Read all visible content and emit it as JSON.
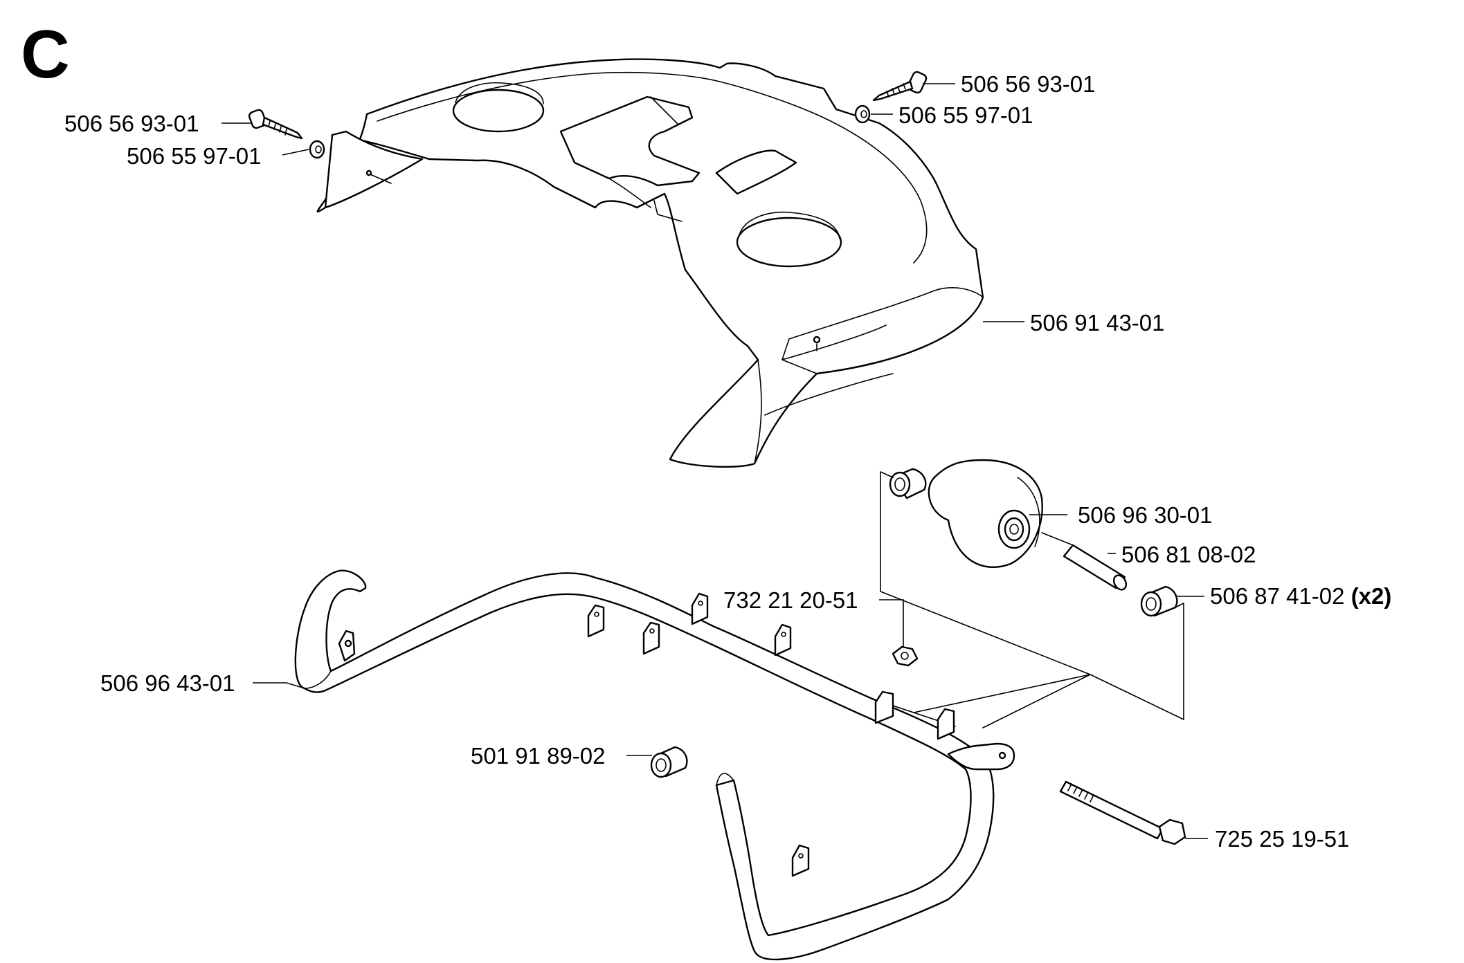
{
  "section_letter": "C",
  "callouts": [
    {
      "id": "screw-left",
      "part": "506 56 93-01"
    },
    {
      "id": "washer-left",
      "part": "506 55 97-01"
    },
    {
      "id": "screw-right",
      "part": "506 56 93-01"
    },
    {
      "id": "washer-right",
      "part": "506 55 97-01"
    },
    {
      "id": "cover",
      "part": "506 91 43-01"
    },
    {
      "id": "wheel",
      "part": "506 96 30-01"
    },
    {
      "id": "axle",
      "part": "506 81 08-02"
    },
    {
      "id": "bushing",
      "part": "506 87 41-02",
      "qty": "(x2)"
    },
    {
      "id": "nut",
      "part": "732 21 20-51"
    },
    {
      "id": "bumper",
      "part": "506 96 43-01"
    },
    {
      "id": "end-cap",
      "part": "501 91 89-02"
    },
    {
      "id": "bolt",
      "part": "725 25 19-51"
    }
  ]
}
